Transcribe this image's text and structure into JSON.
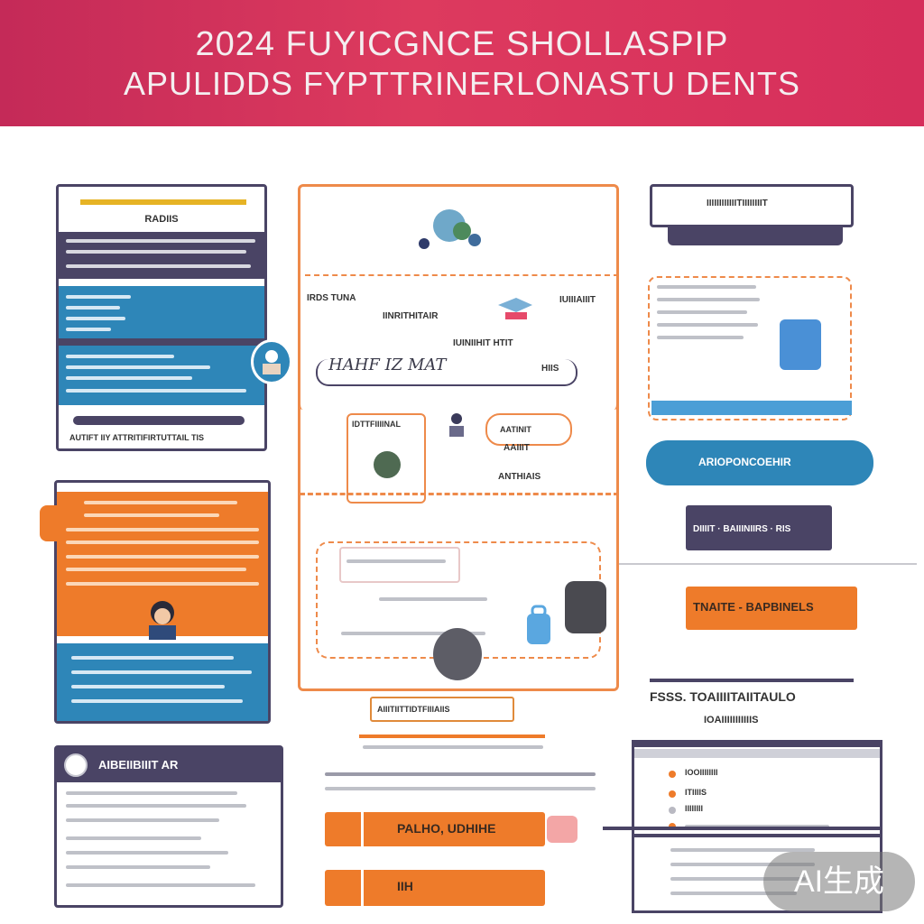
{
  "banner": {
    "title_line1": "2024   FUYICGNCE SHOLLASPIP",
    "title_line2": "APULIDDS FYPTTRINERLONASTU DENTS"
  },
  "left_top_card": {
    "heading": "RADIIS",
    "footer": "AUTIFT IIY ATTRITIFIRTUTTAIL TIS"
  },
  "center_top": {
    "label_left": "IRDS TUNA",
    "label_mid": "IINRITHITAIR",
    "label_sub": "IUINIIHIT HTIT",
    "label_right": "IUIIIAIIIT",
    "handwritten": "HAHF IZ MAT",
    "tag_right": "HIIS"
  },
  "center_mid": {
    "box_left": "IDTTFIIIINAL",
    "box_right": "AATINIT",
    "sub1": "AAIIIT",
    "sub2": "ANTHIAIS"
  },
  "center_bottom_label": "AIIITIITTIDTFIIIAIIS",
  "center_orange_pill": "PALHO, UDHIHE",
  "center_orange_pill2": "IIH",
  "right_top_header": "IIIIIIIIIIIITIIIIIIIIT",
  "right_blue_pill": "ARIOPONCOEHIR",
  "right_navy_strip": "DIIIIT · BAIIINIIRS · RIS",
  "right_orange_pill": "TNAITE - BAPBINELS",
  "right_bottom_header1": "FSSS. TOAIIIITAIITAULO",
  "right_bottom_header2": "IOAIIIIIIIIIIIS",
  "right_bottom_rows": [
    "IOOIIIIIIII",
    "ITIIIIS",
    "IIIIIIII"
  ],
  "left_bottom_heading": "AIBEIIBIIIT AR",
  "watermark": "AI生成"
}
